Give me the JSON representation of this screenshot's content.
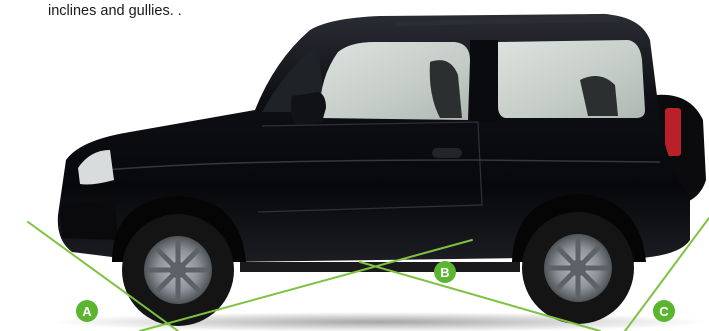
{
  "intro": {
    "text": "inclines and gullies. ."
  },
  "colors": {
    "angle_line": "#7dc242",
    "badge_fill": "#5cb531",
    "body_paint": "#0c0d12",
    "glass": "#cfd6d2",
    "tyre": "#151515",
    "rim": "#8d9398"
  },
  "badges": {
    "approach": "A",
    "breakover": "B",
    "departure": "C"
  }
}
